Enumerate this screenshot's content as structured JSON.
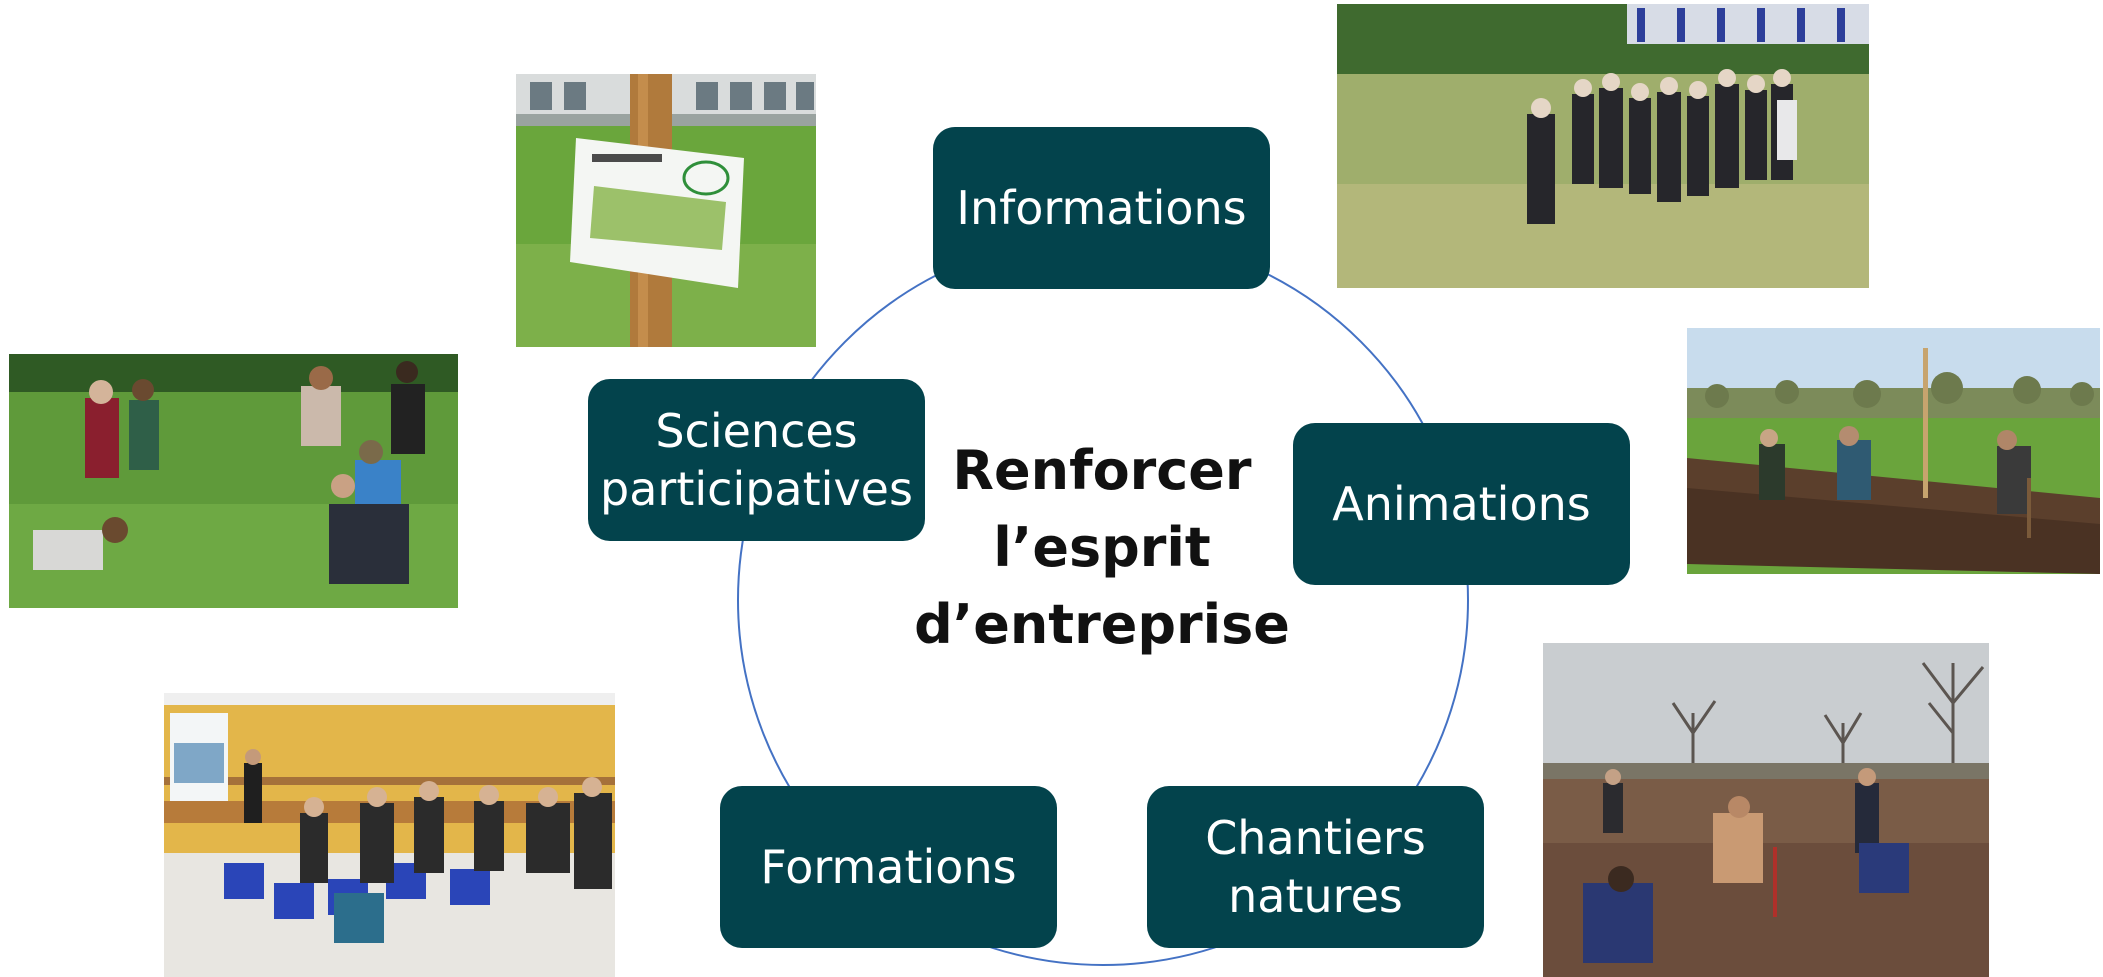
{
  "center": {
    "title": "Renforcer\nl’esprit\nd’entreprise"
  },
  "nodes": {
    "informations": "Informations",
    "animations": "Animations",
    "chantiers": "Chantiers\nnatures",
    "formations": "Formations",
    "sciences": "Sciences\nparticipatives"
  },
  "colors": {
    "node_fill": "#03434c",
    "node_text": "#ffffff",
    "ring_line": "#4472c4",
    "title_text": "#111111"
  },
  "photos": {
    "sign": {
      "description_icon": "meadow-sign-photo"
    },
    "group": {
      "description_icon": "group-visit-photo"
    },
    "kneeling": {
      "description_icon": "field-survey-photo"
    },
    "digging": {
      "description_icon": "tree-planting-photo"
    },
    "classroom": {
      "description_icon": "training-room-photo"
    },
    "winter": {
      "description_icon": "winter-worksite-photo"
    }
  }
}
